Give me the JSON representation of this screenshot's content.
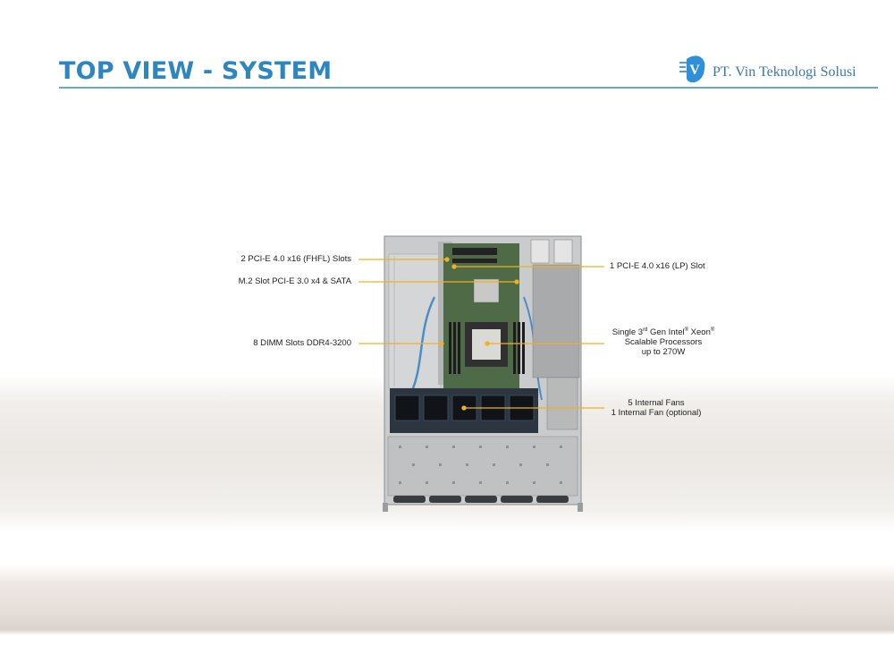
{
  "page": {
    "title": "TOP VIEW - SYSTEM",
    "brand_name": "PT. Vin Teknologi Solusi",
    "brand_logo_letter": "V"
  },
  "callouts": {
    "pcie_fhfl": "2 PCI-E 4.0 x16 (FHFL) Slots",
    "m2_slot": "M.2 Slot PCI-E 3.0 x4 & SATA",
    "dimm": "8 DIMM Slots DDR4-3200",
    "pcie_lp": "1 PCI-E 4.0 x16 (LP) Slot",
    "cpu_line1_a": "Single 3",
    "cpu_line1_sup1": "rd",
    "cpu_line1_b": " Gen Intel",
    "cpu_line1_sup2": "®",
    "cpu_line1_c": " Xeon",
    "cpu_line1_sup3": "®",
    "cpu_line2": "Scalable Processors",
    "cpu_line3": "up to 270W",
    "fans_line1": "5 Internal  Fans",
    "fans_line2": "1 Internal  Fan (optional)"
  },
  "colors": {
    "title": "#2e86c1",
    "brand": "#3a78a8",
    "leader_line": "#f0b020"
  }
}
